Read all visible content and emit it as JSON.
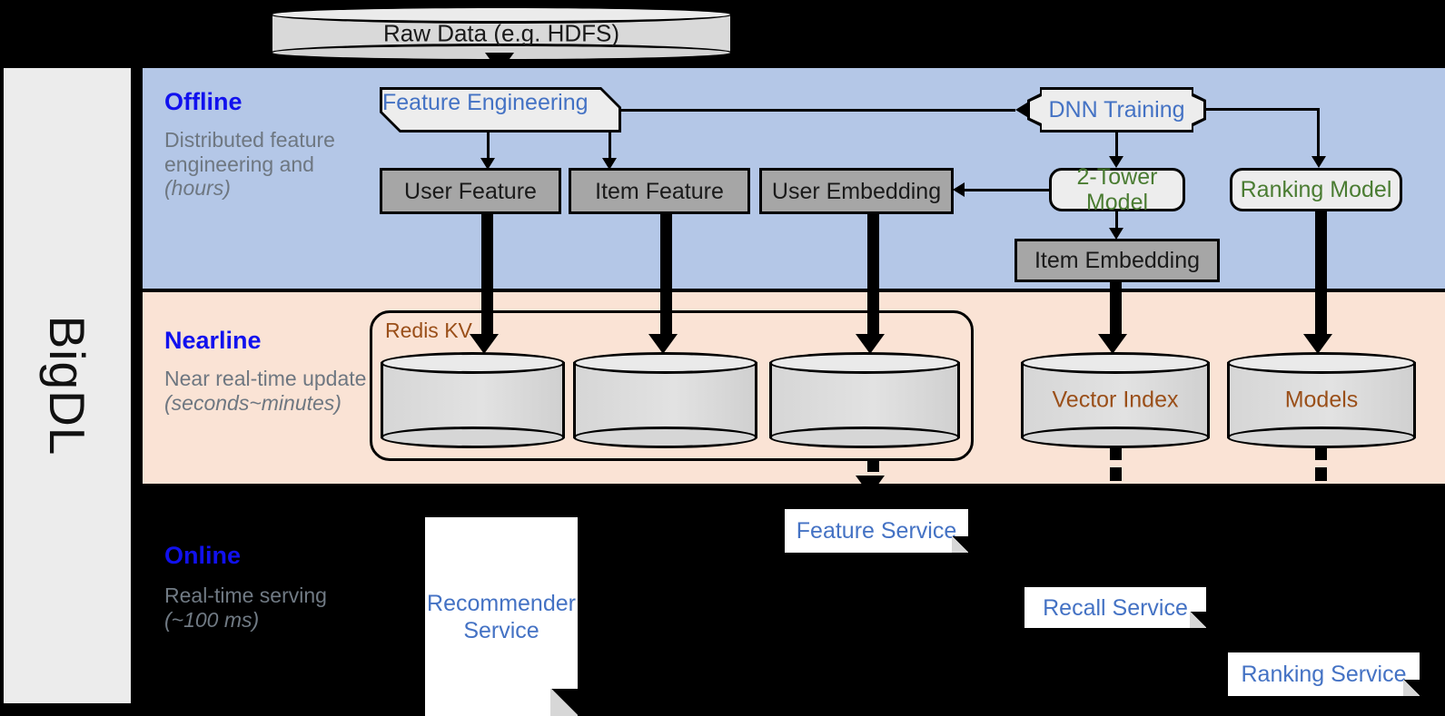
{
  "brand": {
    "name": "BigDL"
  },
  "source": {
    "label": "Raw Data (e.g. HDFS)"
  },
  "layers": [
    {
      "key": "offline",
      "title": "Offline",
      "subtitle": "Distributed feature engineering and ",
      "subtitle_italic": "(hours)"
    },
    {
      "key": "nearline",
      "title": "Nearline",
      "subtitle": "Near real-time update ",
      "subtitle_italic": "(seconds~minutes)"
    },
    {
      "key": "online",
      "title": "Online",
      "subtitle": "Real-time serving ",
      "subtitle_italic": "(~100 ms)"
    }
  ],
  "offline": {
    "feature_engineering": "Feature Engineering",
    "dnn_training": "DNN Training",
    "user_feature": "User Feature",
    "item_feature": "Item Feature",
    "user_embedding": "User Embedding",
    "two_tower_model": "2-Tower Model",
    "ranking_model": "Ranking Model",
    "item_embedding": "Item Embedding"
  },
  "nearline": {
    "redis_kv": "Redis KV",
    "store_user_feature": "",
    "store_item_feature": "",
    "store_user_embedding": "",
    "vector_index": "Vector Index",
    "models": "Models"
  },
  "online": {
    "recommender_service": "Recommender Service",
    "feature_service": "Feature Service",
    "recall_service": "Recall Service",
    "ranking_service": "Ranking Service"
  },
  "colors": {
    "offline_band": "#b4c7e7",
    "nearline_band": "#fae3d5",
    "online_band": "#000000",
    "layer_title": "#1111ee",
    "layer_subtitle": "#6e7781",
    "blue_text": "#4472c4",
    "green_text": "#4a7c32",
    "brown_text": "#9a4f19",
    "gray_box": "#a6a6a6",
    "light_box": "#ededed",
    "rail": "#ececec"
  }
}
